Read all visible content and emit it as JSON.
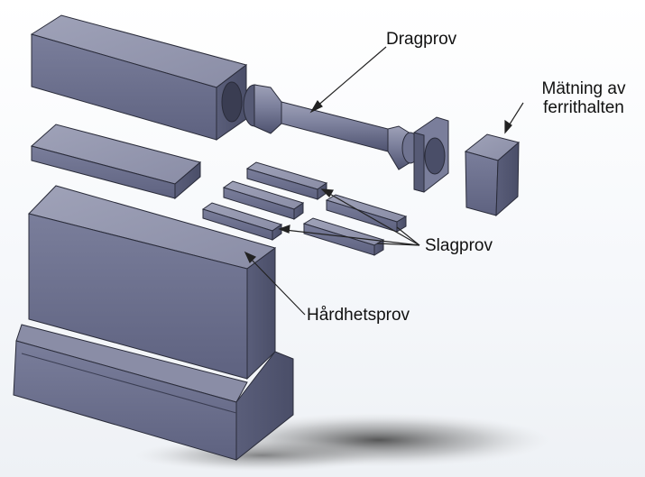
{
  "labels": {
    "dragprov": "Dragprov",
    "matning_line1": "Mätning av",
    "matning_line2": "ferrithalten",
    "slagprov": "Slagprov",
    "hardhetsprov": "Hårdhetsprov"
  },
  "colors": {
    "part_top": "#8b8ea6",
    "part_front": "#6f7390",
    "part_side": "#565a75",
    "edge": "#2a2c3a",
    "leader": "#222222"
  }
}
